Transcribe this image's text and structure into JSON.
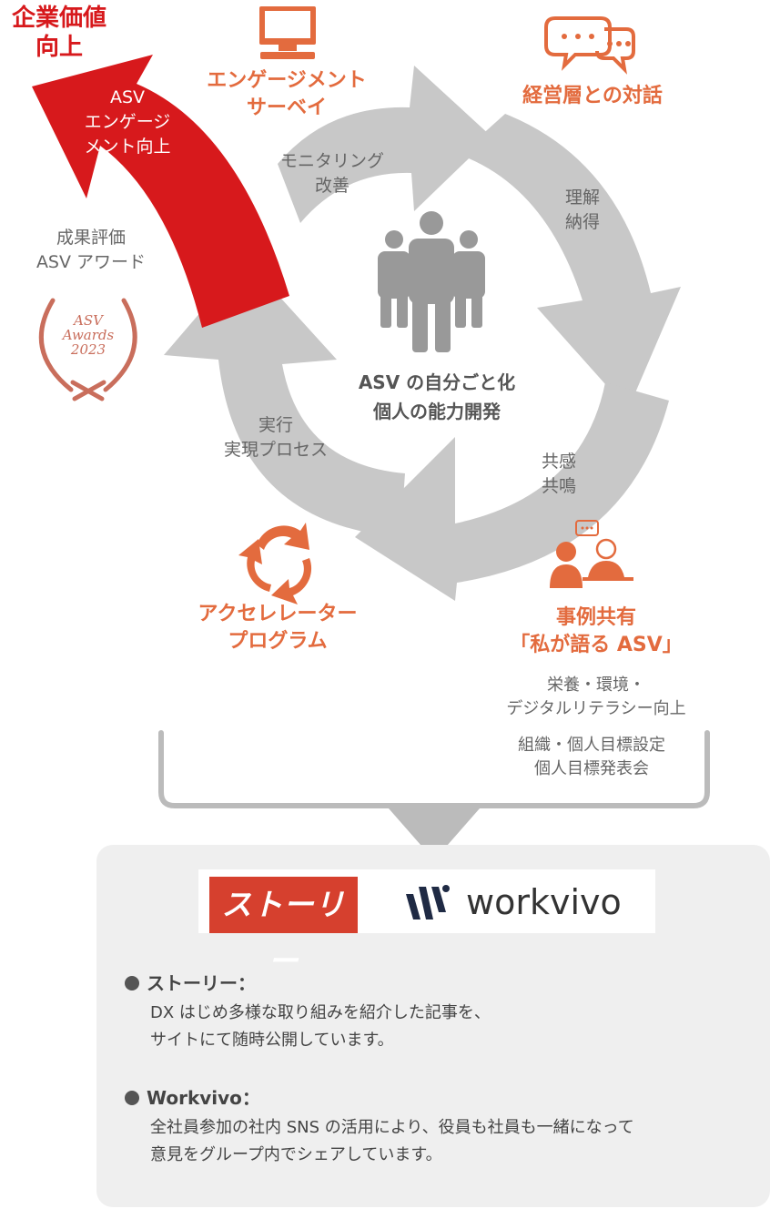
{
  "corporate_value": {
    "line1": "企業価値",
    "line2": "向上"
  },
  "red_arrow": {
    "line1": "ASV",
    "line2": "エンゲージ",
    "line3": "メント向上"
  },
  "survey": {
    "line1": "エンゲージメント",
    "line2": "サーベイ"
  },
  "dialogue": {
    "title": "経営層との対話"
  },
  "monitoring": {
    "line1": "モニタリング",
    "line2": "改善"
  },
  "understanding": {
    "line1": "理解",
    "line2": "納得"
  },
  "evaluation": {
    "line1": "成果評価",
    "line2": "ASV アワード"
  },
  "award_badge": {
    "line1": "ASV",
    "line2": "Awards",
    "line3": "2023"
  },
  "center": {
    "line1": "ASV の自分ごと化",
    "line2": "個人の能力開発"
  },
  "execution": {
    "line1": "実行",
    "line2": "実現プロセス"
  },
  "empathy": {
    "line1": "共感",
    "line2": "共鳴"
  },
  "accelerator": {
    "line1": "アクセレレーター",
    "line2": "プログラム"
  },
  "case_share": {
    "line1": "事例共有",
    "line2": "「私が語る ASV」"
  },
  "literacy": {
    "line1": "栄養・環境・",
    "line2": "デジタルリテラシー向上"
  },
  "goals": {
    "line1": "組織・個人目標設定",
    "line2": "個人目標発表会"
  },
  "logos": {
    "story": "ストーリー",
    "workvivo": "workvivo"
  },
  "story_item": {
    "title": "ストーリー：",
    "line1": "DX はじめ多様な取り組みを紹介した記事を、",
    "line2": "サイトにて随時公開しています。"
  },
  "workvivo_item": {
    "title": "Workvivo：",
    "line1": "全社員参加の社内 SNS の活用により、役員も社員も一緒になって",
    "line2": "意見をグループ内でシェアしています。"
  },
  "colors": {
    "accent_orange": "#e36b3e",
    "accent_red": "#d7191c",
    "cycle_gray": "#c8c8c8",
    "panel_gray": "#efefef"
  }
}
